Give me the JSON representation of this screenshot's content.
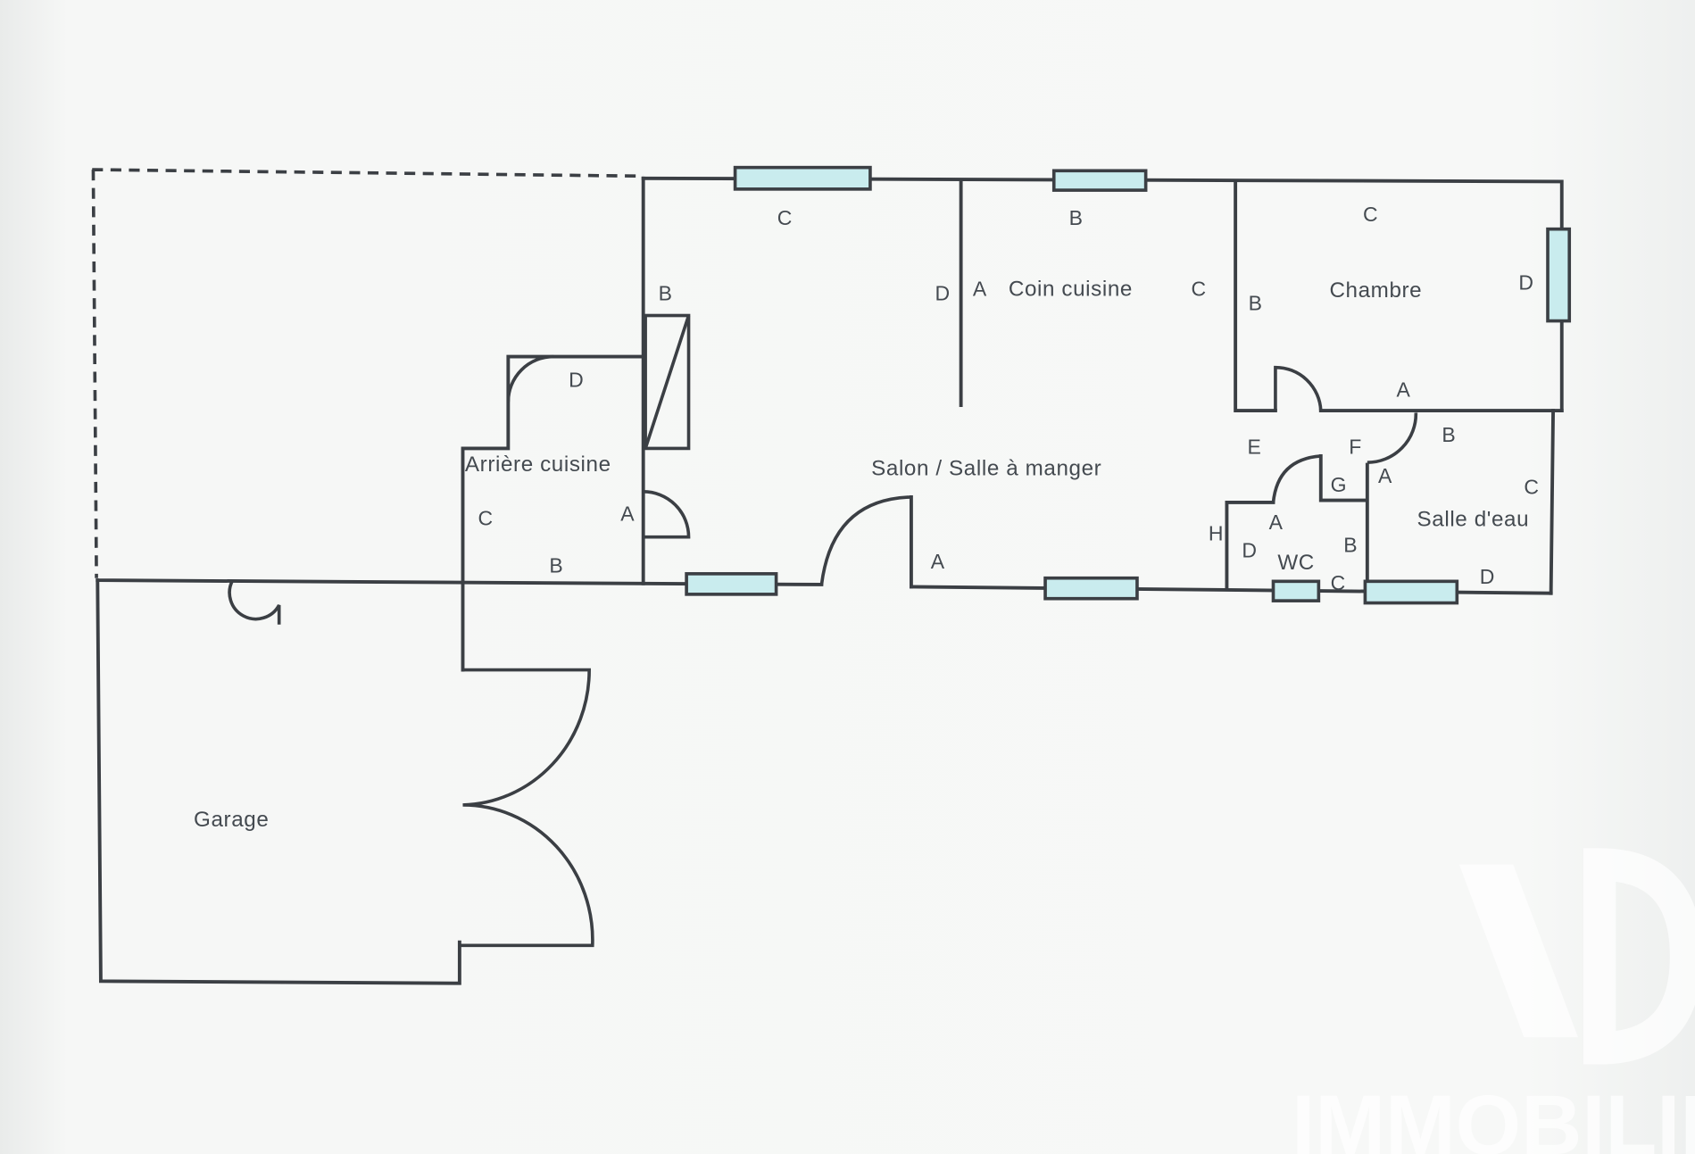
{
  "plan": {
    "rooms": {
      "salon": "Salon / Salle à manger",
      "coin_cuisine": "Coin cuisine",
      "chambre": "Chambre",
      "arriere_cuisine": "Arrière cuisine",
      "salle_deau": "Salle d'eau",
      "wc": "WC",
      "garage": "Garage"
    },
    "wall_labels": {
      "salon_c": "C",
      "salon_b": "B",
      "salon_d": "D",
      "salon_a": "A",
      "cuisine_a": "A",
      "cuisine_b": "B",
      "cuisine_c": "C",
      "chambre_b": "B",
      "chambre_c": "C",
      "chambre_d": "D",
      "chambre_a": "A",
      "arr_d": "D",
      "arr_c": "C",
      "arr_a": "A",
      "arr_b": "B",
      "hall_e": "E",
      "hall_f": "F",
      "hall_g": "G",
      "hall_h": "H",
      "wc_a": "A",
      "wc_d": "D",
      "wc_b": "B",
      "wc_c": "C",
      "sde_a": "A",
      "sde_b": "B",
      "sde_c": "C",
      "sde_d": "D"
    }
  },
  "watermark": {
    "logo": "AD",
    "text": "IMMOBILIER"
  },
  "colors": {
    "wall": "#3b3f44",
    "window": "#c9ecee"
  }
}
